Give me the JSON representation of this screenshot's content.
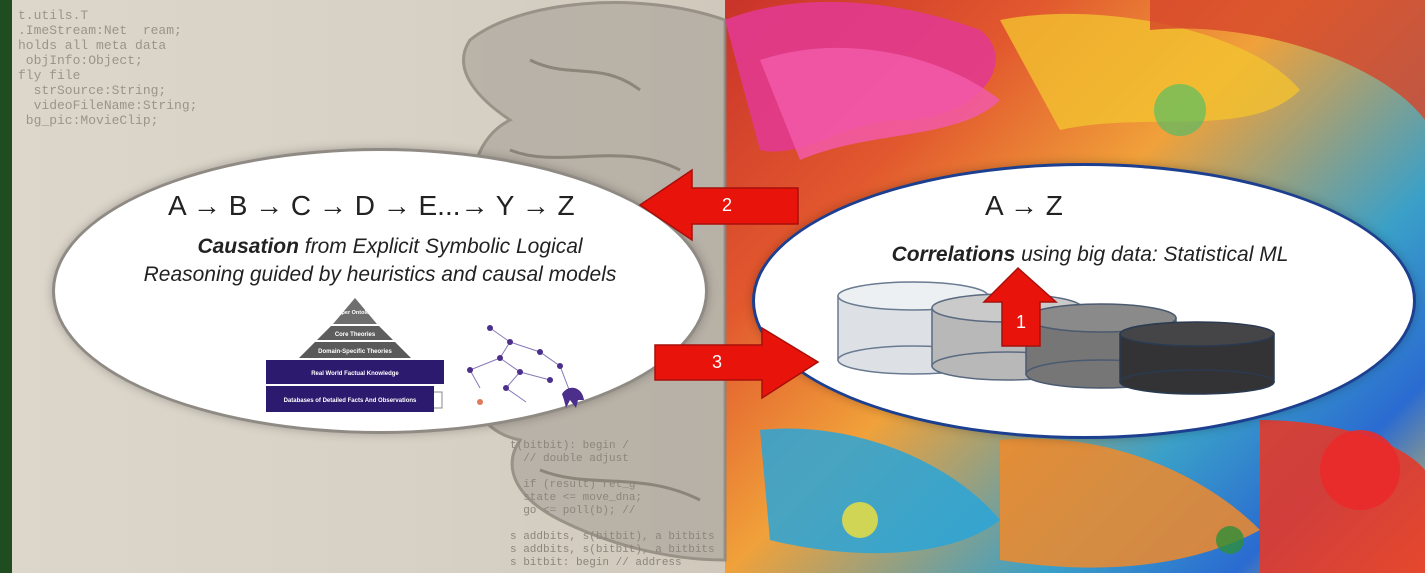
{
  "left_panel": {
    "formula": "A → B → C → D → E...→ Y → Z",
    "caption_bold": "Causation",
    "caption_line1_rest": " from Explicit Symbolic Logical",
    "caption_line2": "Reasoning guided by heuristics and causal models",
    "pyramid_levels": [
      "Upper Ontology",
      "Core Theories",
      "Domain-Specific Theories",
      "Real World Factual Knowledge",
      "Databases of Detailed Facts And Observations"
    ]
  },
  "right_panel": {
    "formula": "A → Z",
    "caption_bold": "Correlations",
    "caption_rest": " using big data: Statistical ML"
  },
  "arrows": [
    {
      "label": "1"
    },
    {
      "label": "2"
    },
    {
      "label": "3"
    }
  ],
  "code_snippet": "t.utils.T    \n.ImeStream:Net  ream;\nholds all meta data\n objInfo:Object;\nfly file\n  strSource:String;\n  videoFileName:String;\n bg_pic:MovieClip;",
  "code_snippet_bottom": "t(bitbit): begin /\n  // double adjust\n\n  if (result) ret_g\n  state <= move_dna;\n  go <= poll(b); //\n\ns addbits, s(bitbit), a bitbits\ns addbits, s(bitbit), a bitbits\ns bitbit: begin // address",
  "colors": {
    "arrow_red": "#e8140c",
    "left_ellipse_border": "#8f8a84",
    "right_ellipse_border": "#1c3f8f",
    "pyramid_dark": "#2c1a6e",
    "pyramid_gray": "#6e6e6e"
  }
}
